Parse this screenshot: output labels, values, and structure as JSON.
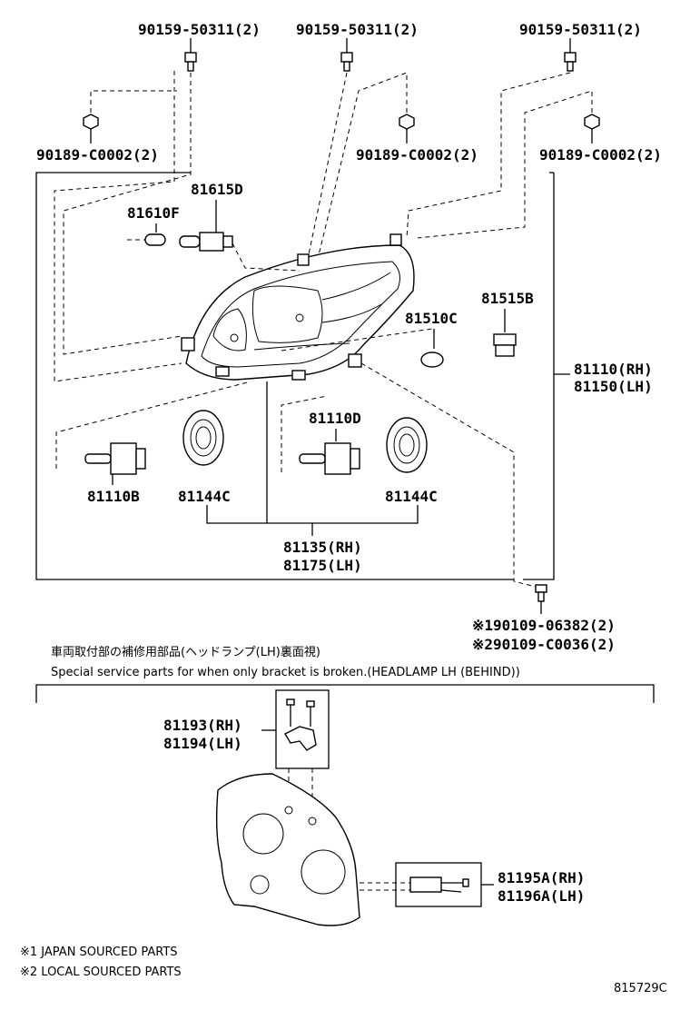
{
  "labels": {
    "bolt_1": "90159-50311(2)",
    "bolt_2": "90159-50311(2)",
    "bolt_3": "90159-50311(2)",
    "nut_1": "90189-C0002(2)",
    "nut_2": "90189-C0002(2)",
    "nut_3": "90189-C0002(2)",
    "bulb_81615d": "81615D",
    "bulb_81610f": "81610F",
    "bulb_81515b": "81515B",
    "bulb_81510c": "81510C",
    "headlamp_rh": "81110(RH)",
    "headlamp_lh": "81150(LH)",
    "bulb_81110d": "81110D",
    "bulb_81110b": "81110B",
    "cover_left": "81144C",
    "cover_right": "81144C",
    "unit_rh": "81135(RH)",
    "unit_lh": "81175(LH)",
    "screw_1": "※190109-06382(2)",
    "screw_2": "※290109-C0036(2)",
    "bracket_rh": "81193(RH)",
    "bracket_lh": "81194(LH)",
    "bracket2_rh": "81195A(RH)",
    "bracket2_lh": "81196A(LH)"
  },
  "notes": {
    "jp_heading": "車両取付部の補修用部品(ヘッドランプ(LH)裏面視)",
    "en_heading": "Special service parts for when only bracket is broken.(HEADLAMP LH (BEHIND))",
    "footnote_1": "※1 JAPAN SOURCED PARTS",
    "footnote_2": "※2 LOCAL SOURCED PARTS",
    "diagram_code": "815729C"
  }
}
